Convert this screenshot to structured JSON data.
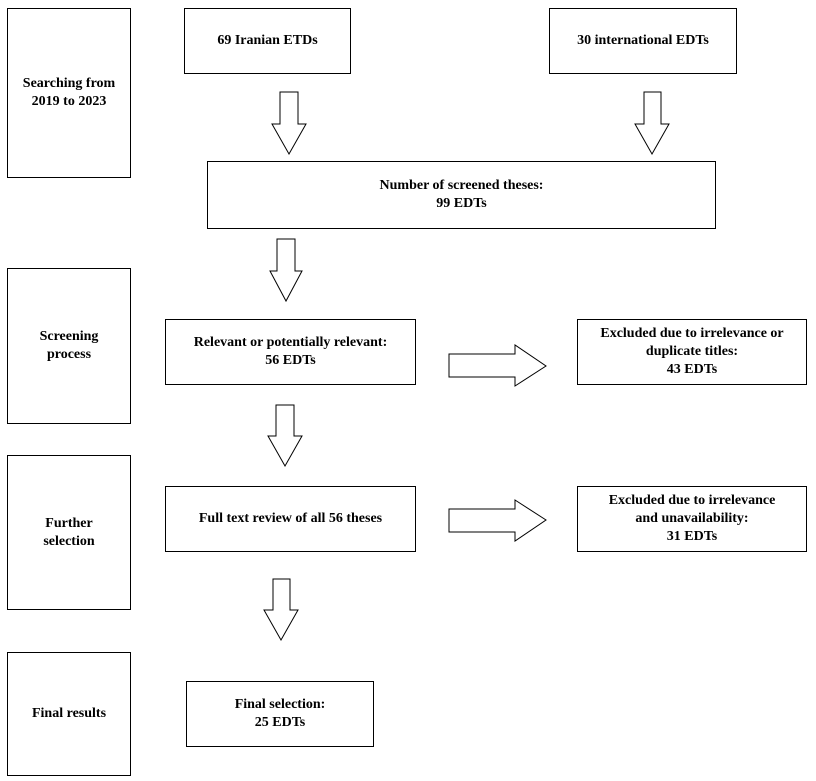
{
  "stages": {
    "searching": [
      "Searching from",
      "2019 to 2023"
    ],
    "screening": [
      "Screening",
      "process"
    ],
    "further": [
      "Further",
      "selection"
    ],
    "final": [
      "Final results"
    ]
  },
  "sources": {
    "iranian": "69 Iranian ETDs",
    "international": "30 international EDTs"
  },
  "screened": [
    "Number of screened theses:",
    "99 EDTs"
  ],
  "relevant": [
    "Relevant or potentially relevant:",
    "56 EDTs"
  ],
  "excluded_1": [
    "Excluded due to irrelevance or",
    "duplicate titles:",
    "43 EDTs"
  ],
  "full_text": [
    "Full text review of all 56 theses"
  ],
  "excluded_2": [
    "Excluded due to irrelevance",
    "and unavailability:",
    "31  EDTs"
  ],
  "final_selection": [
    "Final selection:",
    "25 EDTs"
  ]
}
